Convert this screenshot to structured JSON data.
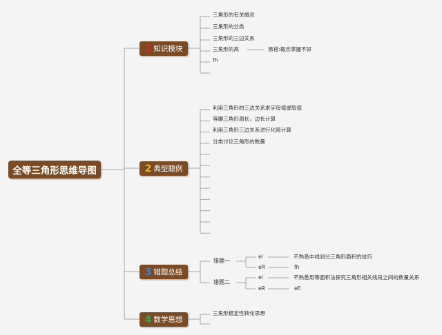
{
  "colors": {
    "node_fill": "#7a4b25",
    "node_text": "#ffffff",
    "line": "#a6a6a6",
    "leaf_text": "#333333",
    "background": "#f4f4f4"
  },
  "root": {
    "label": "全等三角形思维导图"
  },
  "branches": [
    {
      "number": "1",
      "number_color": "#e02424",
      "label": "知识模块",
      "items": [
        {
          "text": "三角形的有关概念"
        },
        {
          "text": "三角形的分类"
        },
        {
          "text": "三角形的三边关系"
        },
        {
          "text": "三角形的高",
          "child": "易错:概念掌握不好"
        },
        {
          "text": "fh"
        },
        {
          "text": ""
        }
      ]
    },
    {
      "number": "2",
      "number_color": "#f2b40c",
      "label": "典型题例",
      "items": [
        {
          "text": "利用三角形的三边关系求字母值或取值"
        },
        {
          "text": "等腰三角形周长，边长计算"
        },
        {
          "text": "利用三角形三边关系进行化简计算"
        },
        {
          "text": "分类讨论三角形的数量"
        },
        {
          "text": ""
        },
        {
          "text": ""
        },
        {
          "text": ""
        },
        {
          "text": ""
        },
        {
          "text": ""
        },
        {
          "text": ""
        },
        {
          "text": ""
        },
        {
          "text": ""
        }
      ]
    },
    {
      "number": "3",
      "number_color": "#2e86de",
      "label": "错题总结",
      "groups": [
        {
          "label": "错题一",
          "entries": [
            {
              "key": "el",
              "text": "不熟悉中线划分三角形面积的技巧"
            },
            {
              "key": "eR",
              "text": "fh"
            }
          ]
        },
        {
          "label": "错题二",
          "entries": [
            {
              "key": "el",
              "text": "不熟悉用等面积法探究三角形相关线段之间的数量关系"
            },
            {
              "key": "eR",
              "text": "eE"
            }
          ]
        }
      ]
    },
    {
      "number": "4",
      "number_color": "#2eaa44",
      "label": "数学思想",
      "items": [
        {
          "text": "三角形稳定性转化思想"
        },
        {
          "text": ""
        }
      ]
    }
  ]
}
